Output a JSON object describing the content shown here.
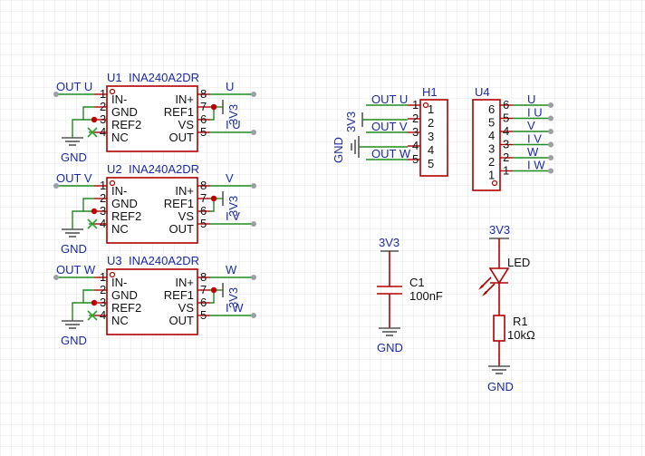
{
  "ina_blocks": [
    {
      "ref": "U1",
      "part": "INA240A2DR",
      "in_net": "OUT_U",
      "vout_net": "U",
      "iout_net": "I_U"
    },
    {
      "ref": "U2",
      "part": "INA240A2DR",
      "in_net": "OUT_V",
      "vout_net": "V",
      "iout_net": "I_V"
    },
    {
      "ref": "U3",
      "part": "INA240A2DR",
      "in_net": "OUT_W",
      "vout_net": "W",
      "iout_net": "I_W"
    }
  ],
  "ina_pins": {
    "left": [
      {
        "num": "1",
        "name": "IN-"
      },
      {
        "num": "2",
        "name": "GND"
      },
      {
        "num": "3",
        "name": "REF2"
      },
      {
        "num": "4",
        "name": "NC"
      }
    ],
    "right": [
      {
        "num": "8",
        "name": "IN+"
      },
      {
        "num": "7",
        "name": "REF1"
      },
      {
        "num": "6",
        "name": "VS"
      },
      {
        "num": "5",
        "name": "OUT"
      }
    ]
  },
  "power_3v3": "3V3",
  "gnd": "GND",
  "h1": {
    "ref": "H1",
    "pins": [
      "1",
      "2",
      "3",
      "4",
      "5"
    ],
    "nets": [
      "OUT_U",
      "",
      "OUT_V",
      "",
      "OUT_W"
    ],
    "pin_labels": [
      "1",
      "2",
      "3",
      "4",
      "5"
    ]
  },
  "u4": {
    "ref": "U4",
    "pins": [
      "6",
      "5",
      "4",
      "3",
      "2",
      "1"
    ],
    "pin_labels": [
      "6",
      "5",
      "4",
      "3",
      "2",
      "1"
    ],
    "nets": [
      "U",
      "I_U",
      "V",
      "I_V",
      "W",
      "I_W"
    ]
  },
  "c1": {
    "ref": "C1",
    "value": "100nF",
    "top": "3V3",
    "bottom": "GND"
  },
  "led": {
    "name": "LED",
    "top": "3V3"
  },
  "r1": {
    "ref": "R1",
    "value": "10kΩ",
    "bottom": "GND"
  }
}
